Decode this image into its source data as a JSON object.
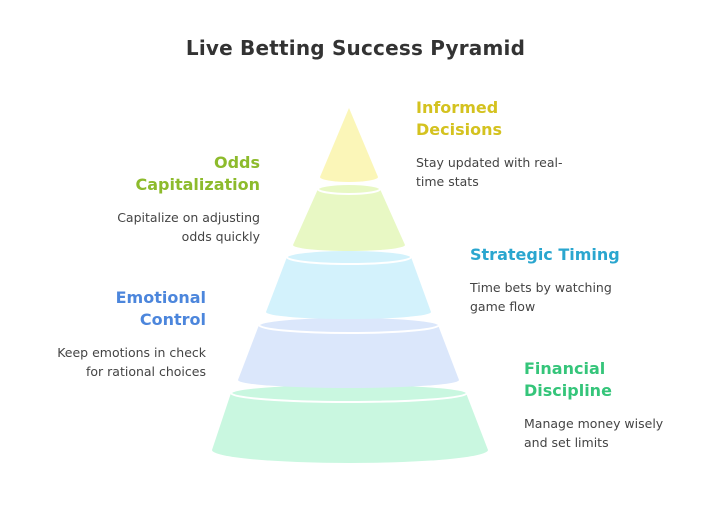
{
  "title": "Live Betting Success Pyramid",
  "colors": {
    "informed": "#d4c21f",
    "odds": "#8dbb2c",
    "strategic": "#2aa6cf",
    "emotional": "#4c86dc",
    "financial": "#35c57a"
  },
  "levels": [
    {
      "label": "Informed Decisions",
      "label_lines": [
        "Informed",
        "Decisions"
      ],
      "description_lines": [
        "Stay updated with real-",
        "time stats"
      ]
    },
    {
      "label": "Odds Capitalization",
      "label_lines": [
        "Odds",
        "Capitalization"
      ],
      "description_lines": [
        "Capitalize on adjusting",
        "odds quickly"
      ]
    },
    {
      "label": "Strategic Timing",
      "label_lines": [
        "Strategic Timing"
      ],
      "description_lines": [
        "Time bets by watching",
        "game flow"
      ]
    },
    {
      "label": "Emotional Control",
      "label_lines": [
        "Emotional",
        "Control"
      ],
      "description_lines": [
        "Keep emotions in check",
        "for rational choices"
      ]
    },
    {
      "label": "Financial Discipline",
      "label_lines": [
        "Financial",
        "Discipline"
      ],
      "description_lines": [
        "Manage money wisely",
        "and set limits"
      ]
    }
  ]
}
